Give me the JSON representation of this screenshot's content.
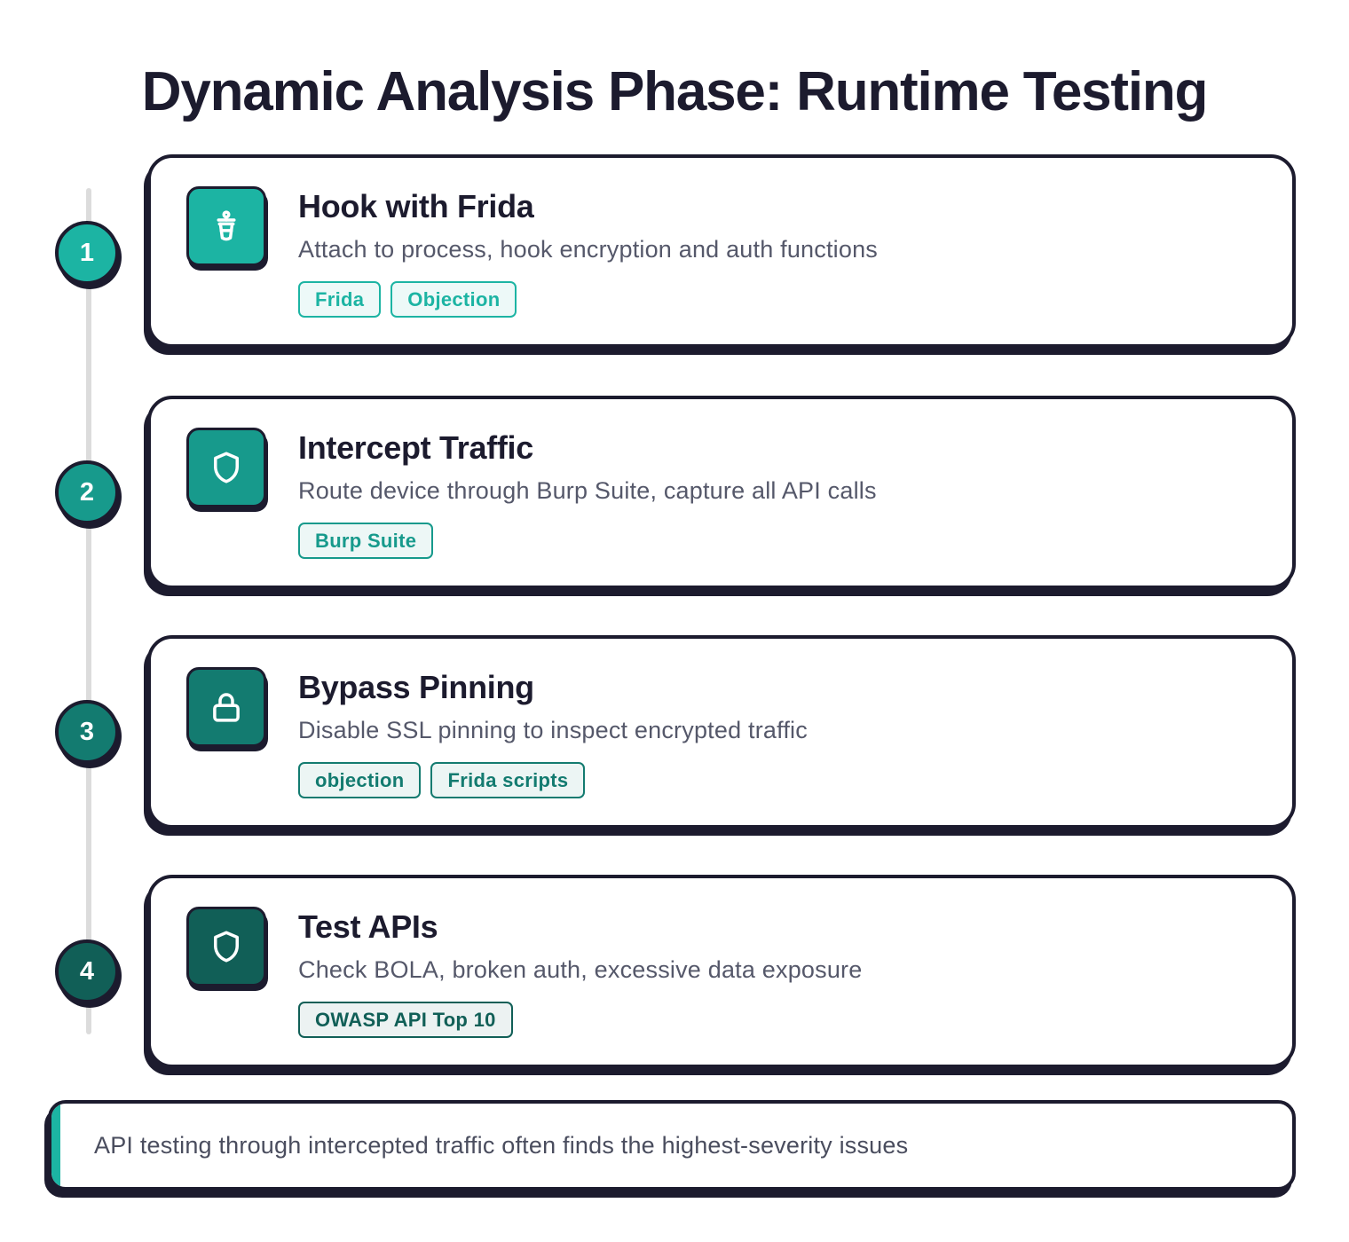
{
  "title": "Dynamic Analysis Phase: Runtime Testing",
  "steps": [
    {
      "number": "1",
      "title": "Hook with Frida",
      "description": "Attach to process, hook encryption and auth functions",
      "icon": "hook-icon",
      "color": "#1cb4a3",
      "tags": [
        "Frida",
        "Objection"
      ]
    },
    {
      "number": "2",
      "title": "Intercept Traffic",
      "description": "Route device through Burp Suite, capture all API calls",
      "icon": "shield-icon",
      "color": "#179a8c",
      "tags": [
        "Burp Suite"
      ]
    },
    {
      "number": "3",
      "title": "Bypass Pinning",
      "description": "Disable SSL pinning to inspect encrypted traffic",
      "icon": "lock-icon",
      "color": "#137b70",
      "tags": [
        "objection",
        "Frida scripts"
      ]
    },
    {
      "number": "4",
      "title": "Test APIs",
      "description": "Check BOLA, broken auth, excessive data exposure",
      "icon": "shield-icon",
      "color": "#115f57",
      "tags": [
        "OWASP API Top 10"
      ]
    }
  ],
  "note": {
    "text": "API testing through intercepted traffic often finds the highest-severity issues",
    "accent_color": "#1cb4a3"
  }
}
